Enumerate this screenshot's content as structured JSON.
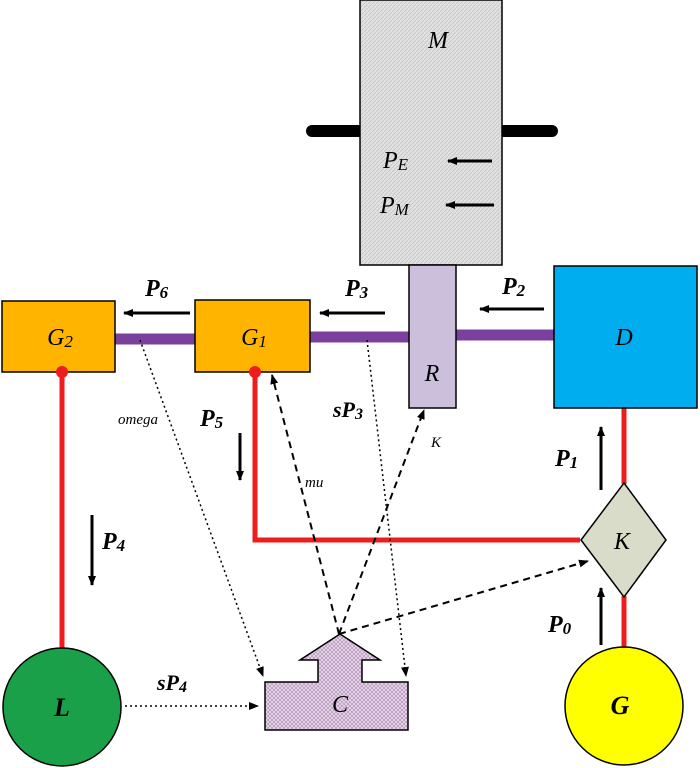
{
  "diagram": {
    "nodes": {
      "M": {
        "label": "M",
        "color": "#dedede"
      },
      "R": {
        "label": "R",
        "color": "#cbbfdc"
      },
      "D": {
        "label": "D",
        "color": "#00aeef"
      },
      "G1": {
        "label": "G",
        "sub": "1",
        "color": "#ffb400"
      },
      "G2": {
        "label": "G",
        "sub": "2",
        "color": "#ffb400"
      },
      "K": {
        "label": "K",
        "color": "#d8dcc8"
      },
      "L": {
        "label": "L",
        "color": "#19a049"
      },
      "G": {
        "label": "G",
        "color": "#ffff00"
      },
      "C": {
        "label": "C",
        "color": "#e6d2e8"
      }
    },
    "powers": {
      "PE": {
        "main": "P",
        "sub": "E"
      },
      "PM": {
        "main": "P",
        "sub": "M"
      },
      "P0": {
        "main": "P",
        "sub": "0"
      },
      "P1": {
        "main": "P",
        "sub": "1"
      },
      "P2": {
        "main": "P",
        "sub": "2"
      },
      "P3": {
        "main": "P",
        "sub": "3"
      },
      "P4": {
        "main": "P",
        "sub": "4"
      },
      "P5": {
        "main": "P",
        "sub": "5"
      },
      "P6": {
        "main": "P",
        "sub": "6"
      }
    },
    "signals": {
      "omega": "omega",
      "mu": "mu",
      "K": "K",
      "sP3": {
        "main": "sP",
        "sub": "3"
      },
      "sP4": {
        "main": "sP",
        "sub": "4"
      }
    },
    "colors": {
      "wire": "#ee1c1c",
      "shaft": "#7b3f9e",
      "arrow": "#000000"
    }
  }
}
